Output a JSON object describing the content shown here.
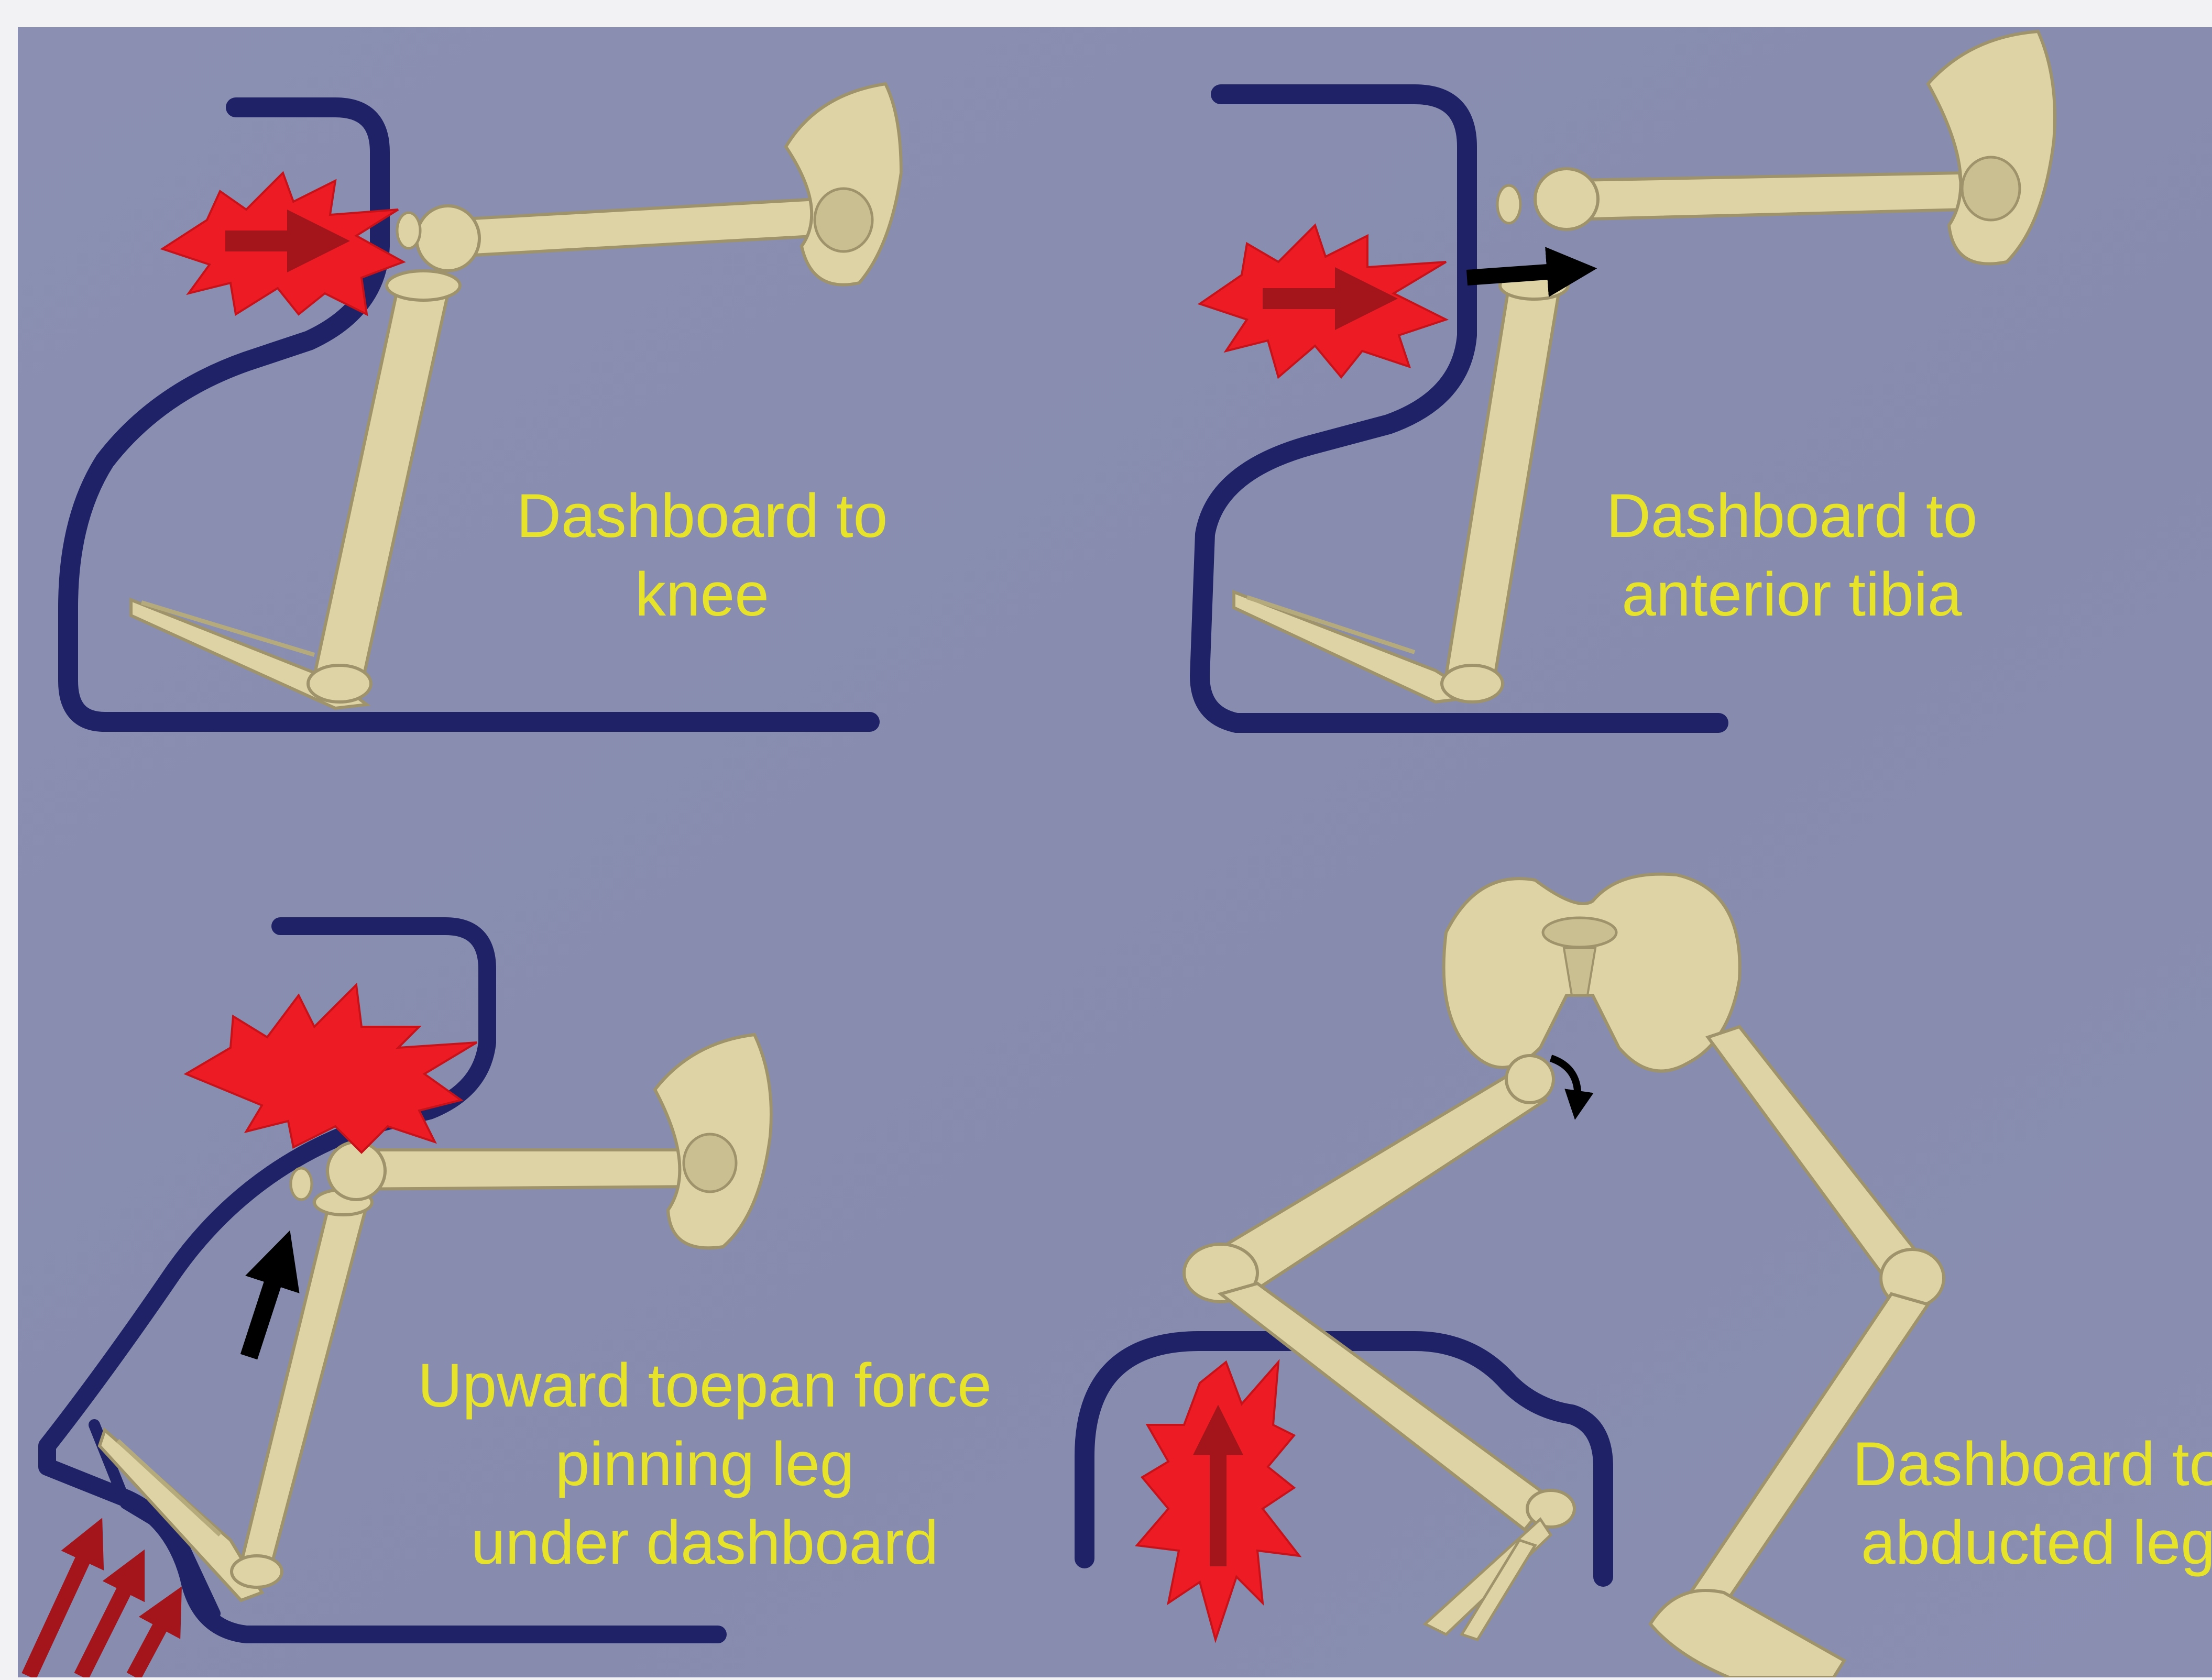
{
  "panels": [
    {
      "id": "knee",
      "label_lines": [
        "Dashboard to",
        "knee"
      ]
    },
    {
      "id": "tibia",
      "label_lines": [
        "Dashboard to",
        "anterior tibia"
      ]
    },
    {
      "id": "toepan",
      "label_lines": [
        "Upward toepan force",
        "pinning leg",
        "under dashboard"
      ]
    },
    {
      "id": "abducted",
      "label_lines": [
        "Dashboard to",
        "abducted leg"
      ]
    }
  ],
  "colors": {
    "panel_background": "#8a8fb1",
    "page_background": "#f2f2f4",
    "dashboard_outline": "#1f2266",
    "impact_burst": "#ed1c24",
    "force_arrow_dark": "#a3141b",
    "displacement_arrow": "#000000",
    "bone": "#ddd3a4",
    "bone_shadow": "#9e936a",
    "label_text": "#e6e32a"
  },
  "icons": {
    "impact": "impact-burst-icon",
    "force": "force-arrow-icon",
    "displacement": "displacement-arrow-icon",
    "rotation": "curved-arrow-icon"
  }
}
